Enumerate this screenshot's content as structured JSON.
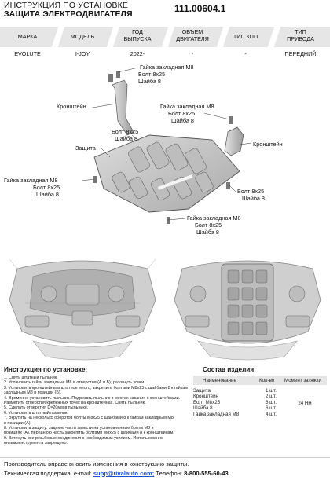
{
  "header": {
    "title_line1": "ИНСТРУКЦИЯ ПО УСТАНОВКЕ",
    "title_line2": "ЗАЩИТА ЭЛЕКТРОДВИГАТЕЛЯ",
    "code": "111.00604.1"
  },
  "spec_table": {
    "headers": [
      "МАРКА",
      "МОДЕЛЬ",
      "ГОД ВЫПУСКА",
      "ОБЪЕМ ДВИГАТЕЛЯ",
      "ТИП КПП",
      "ТИП ПРИВОДА"
    ],
    "header_lines": [
      [
        "МАРКА"
      ],
      [
        "МОДЕЛЬ"
      ],
      [
        "ГОД",
        "ВЫПУСКА"
      ],
      [
        "ОБЪЕМ",
        "ДВИГАТЕЛЯ"
      ],
      [
        "ТИП КПП"
      ],
      [
        "ТИП",
        "ПРИВОДА"
      ]
    ],
    "values": [
      "EVOLUTE",
      "I-JOY",
      "2022-",
      "-",
      "-",
      "ПЕРЕДНИЙ"
    ]
  },
  "diagram": {
    "labels": {
      "nut_top_1": "Гайка закладная М8",
      "bolt_top_1": "Болт 8х25",
      "washer_top_1": "Шайба 8",
      "bracket_left": "Кронштейн",
      "nut_top_2": "Гайка закладная М8",
      "bolt_top_2": "Болт 8х25",
      "washer_top_2": "Шайба 8",
      "bolt_mid": "Болт 8х25",
      "washer_mid": "Шайба 8",
      "guard": "Защита",
      "bracket_right": "Кронштейн",
      "nut_left": "Гайка закладная М8",
      "bolt_left": "Болт 8х25",
      "washer_left": "Шайба 8",
      "bolt_right": "Болт 8х25",
      "washer_right": "Шайба 8",
      "nut_bottom": "Гайка закладная М8",
      "bolt_bottom": "Болт 8х25",
      "washer_bottom": "Шайба 8"
    }
  },
  "instructions": {
    "title": "Инструкция по установке:",
    "steps": [
      "1. Снять штатный пыльник.",
      "2. Установить гайки закладные М8 в отверстия (А и Б), разогнуть усики.",
      "3. Установить кронштейны в штатное место, закрепить болтами М8х25 с шайбами 8 к гайкам",
      "закладным М8 в позиции (Б).",
      "4. Временно установить пыльник. Подрезать пыльник в местах касания с кронштейнами.",
      "Разметить отверстия крепежных точек на кронштейнах. Снять пыльник.",
      "5. Сделать отверстия D=20мм в пыльнике.",
      "6. Установить штатный пыльник.",
      "7. Вкрутить на несколько оборотов болты М8х25 с шайбами 8 к гайкам закладным М8",
      "в позиции (А).",
      "8. Установить защиту: заднюю часть завести на установленные болты М8 в",
      "позициях (А), переднюю часть закрепить болтами М8х25 с шайбами 8 к кронштейнам.",
      "9. Затянуть все резьбовые соединения с необходимым усилием. Использование",
      "пневмоинструмента запрещено."
    ]
  },
  "kit": {
    "title": "Состав изделия:",
    "headers": [
      "Наименование",
      "Кол-во",
      "Момент затяжки"
    ],
    "rows": [
      {
        "name": "Защита",
        "qty": "1 шт."
      },
      {
        "name": "Кронштейн",
        "qty": "2 шт."
      },
      {
        "name": "Болт М8х25",
        "qty": "6 шт."
      },
      {
        "name": "Шайба 8",
        "qty": "6 шт."
      },
      {
        "name": "Гайка закладная М8",
        "qty": "4 шт."
      }
    ],
    "torque": "24 Нм"
  },
  "footer": {
    "line1": "Производитель вправе вносить изменения в конструкцию защиты.",
    "support_label": "Техническая поддержка:  e-mail:",
    "email": "supp@rivalauto.com;",
    "phone_label": "Телефон:",
    "phone": "8-800-555-60-43"
  }
}
